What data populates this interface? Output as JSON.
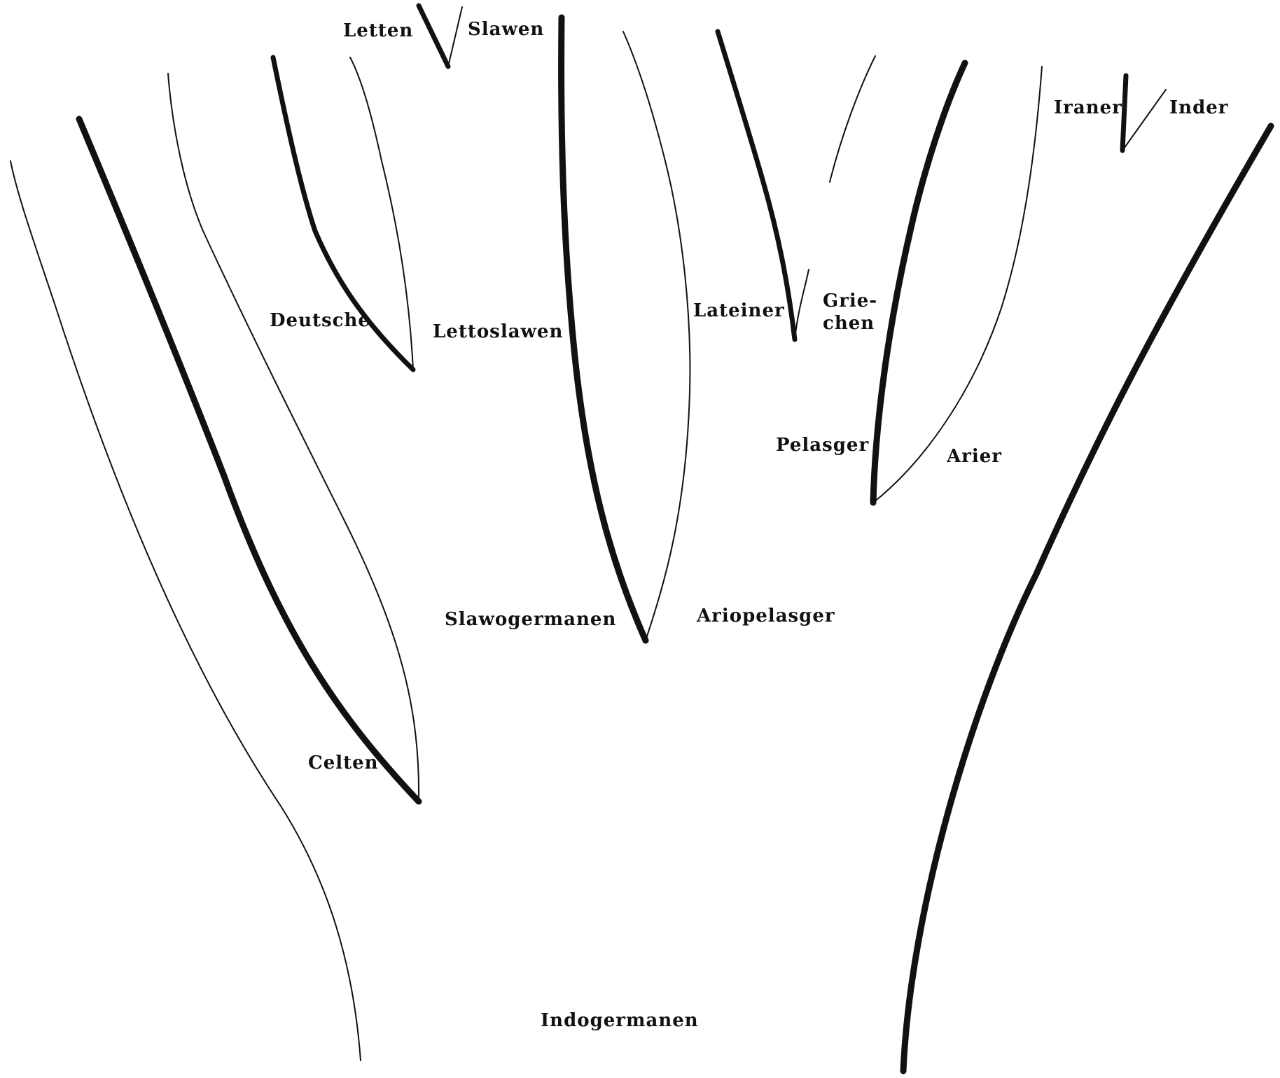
{
  "diagram": {
    "labels": {
      "letten": "Letten",
      "slawen": "Slawen",
      "iraner": "Iraner",
      "inder": "Inder",
      "deutsche": "Deutsche",
      "lettoslawen": "Lettoslawen",
      "lateiner": "Lateiner",
      "griechen_1": "Grie-",
      "griechen_2": "chen",
      "pelasger": "Pelasger",
      "arier": "Arier",
      "slawogermanen": "Slawogermanen",
      "ariopelasger": "Ariopelasger",
      "celten": "Celten",
      "indogermanen": "Indogermanen"
    }
  }
}
